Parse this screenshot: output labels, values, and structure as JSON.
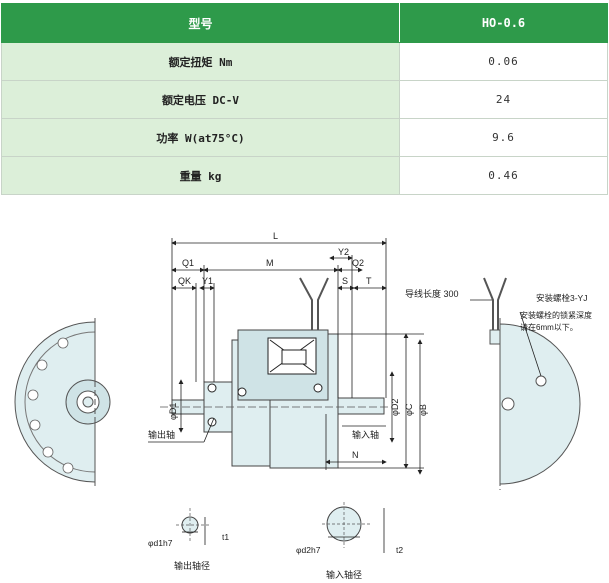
{
  "spec_table": {
    "header": {
      "label": "型号",
      "model": "HO-0.6"
    },
    "rows": [
      {
        "label": "额定扭矩 Nm",
        "value": "0.06"
      },
      {
        "label": "额定电压 DC-V",
        "value": "24"
      },
      {
        "label": "功率 W(at75°C)",
        "value": "9.6"
      },
      {
        "label": "重量 kg",
        "value": "0.46"
      }
    ]
  },
  "drawing": {
    "dims": {
      "L": "L",
      "M": "M",
      "Q1": "Q1",
      "QK": "QK",
      "Y1": "Y1",
      "Y2": "Y2",
      "Q2": "Q2",
      "S": "S",
      "T": "T",
      "N": "N",
      "D1": "φD1",
      "D2": "φD2",
      "C": "φC",
      "B": "φB",
      "d1": "φd1h7",
      "d2": "φd2h7",
      "t1": "t1",
      "t2": "t2"
    },
    "labels": {
      "wire_length": "导线长度 300",
      "mount_bolt": "安装螺栓3-YJ",
      "bolt_note_1": "安装螺栓的锁紧深度",
      "bolt_note_2": "请在6mm以下。",
      "output_shaft": "输出轴",
      "input_shaft": "输入轴",
      "output_shaft_dia": "输出轴径",
      "input_shaft_dia": "输入轴径"
    }
  }
}
